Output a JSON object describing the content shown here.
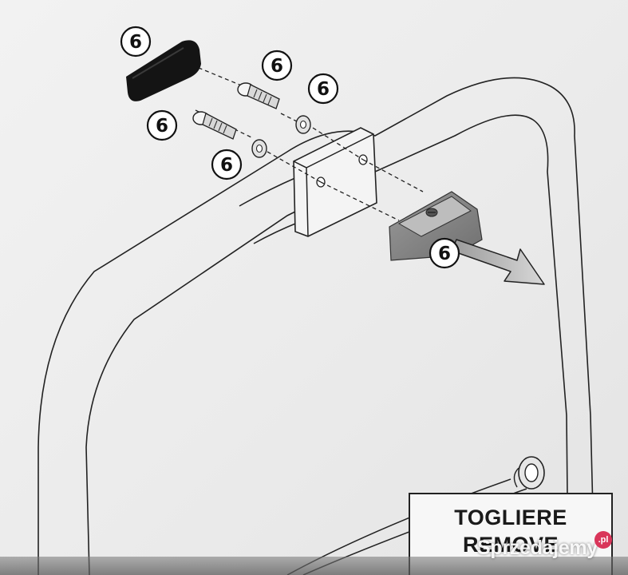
{
  "callouts": {
    "label": "6"
  },
  "remove_box": {
    "line1": "TOGLIERE",
    "line2": "REMOVE"
  },
  "watermark": {
    "brand": "Sprzedajemy",
    "tld": ".pl"
  },
  "colors": {
    "ink": "#222222",
    "paper": "#efefef",
    "rubber_pad": "#141414",
    "mount_part": "#8a8a8a",
    "watermark_badge": "#d9365a"
  }
}
